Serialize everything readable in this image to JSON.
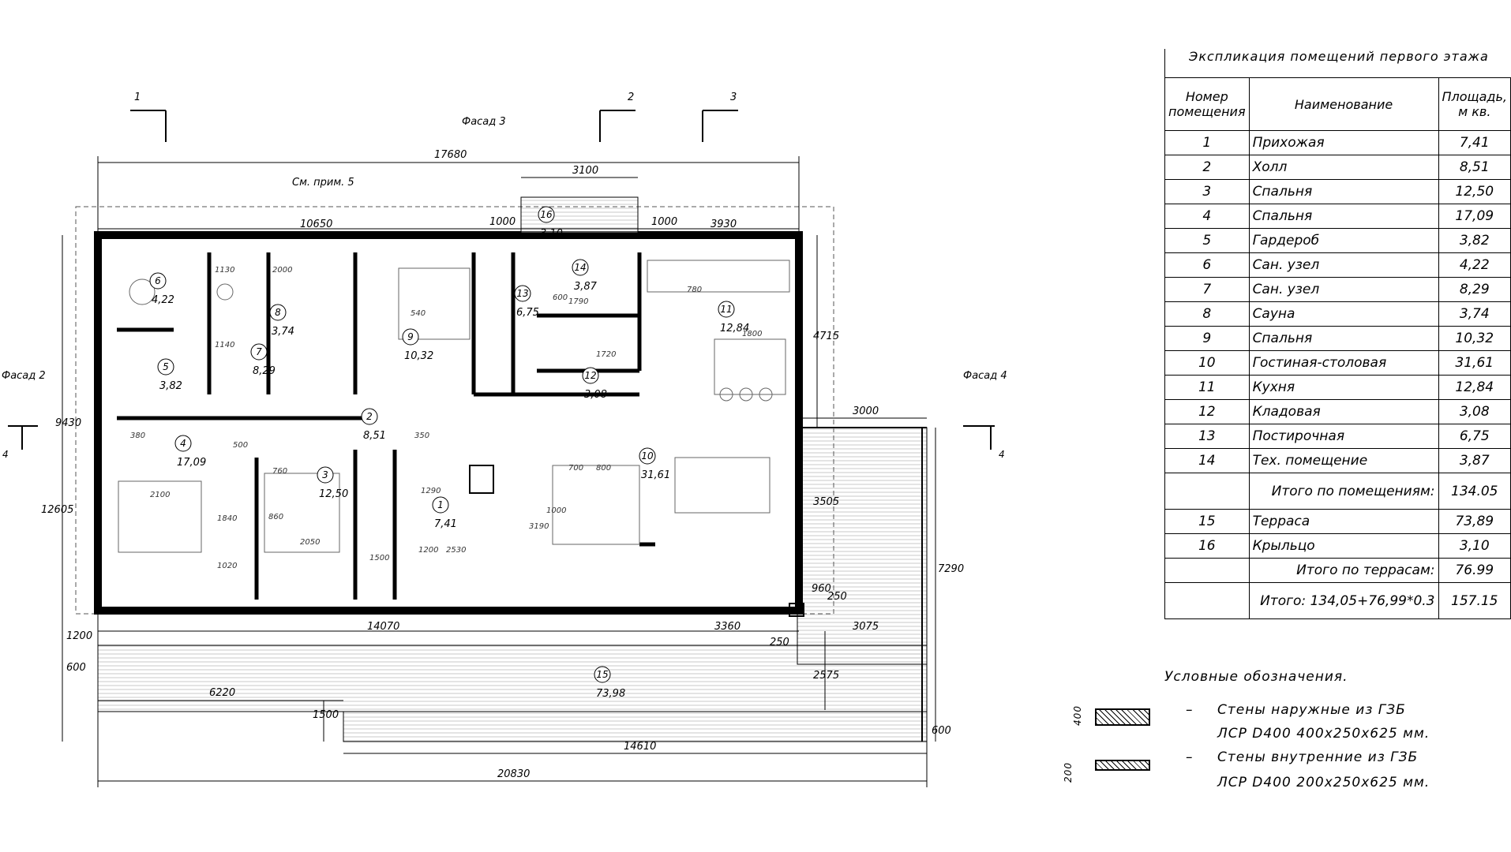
{
  "plan": {
    "section_marks": [
      "1",
      "2",
      "3"
    ],
    "facade_labels": {
      "top": "Фасад 3",
      "left": "Фасад 2",
      "right": "Фасад 4"
    },
    "side_marks": {
      "left": "4",
      "right": "4"
    },
    "note": "См. прим. 5",
    "dimensions": {
      "overall_top": "17680",
      "porch_width": "3100",
      "porch_depth_l": "1000",
      "porch_depth_r": "1000",
      "left_part": "10650",
      "right_part": "3930",
      "height_left": "9430",
      "height_total": "12605",
      "right_upper": "4715",
      "right_lower": "3505",
      "terrace_right": "3000",
      "terrace_height": "7290",
      "bottom_main": "14070",
      "bottom_mid": "3360",
      "bottom_right": "3075",
      "small_250a": "250",
      "small_250b": "250",
      "small_960": "960",
      "terrace_2575": "2575",
      "left_1200": "1200",
      "left_600": "600",
      "bottom_6220": "6220",
      "bottom_1500": "1500",
      "bottom_600": "600",
      "bottom_14610": "14610",
      "bottom_20830": "20830"
    },
    "rooms": [
      {
        "num": "1",
        "area": "7,41"
      },
      {
        "num": "2",
        "area": "8,51"
      },
      {
        "num": "3",
        "area": "12,50"
      },
      {
        "num": "4",
        "area": "17,09"
      },
      {
        "num": "5",
        "area": "3,82"
      },
      {
        "num": "6",
        "area": "4,22"
      },
      {
        "num": "7",
        "area": "8,29"
      },
      {
        "num": "8",
        "area": "3,74"
      },
      {
        "num": "9",
        "area": "10,32"
      },
      {
        "num": "10",
        "area": "31,61"
      },
      {
        "num": "11",
        "area": "12,84"
      },
      {
        "num": "12",
        "area": "3,08"
      },
      {
        "num": "13",
        "area": "6,75"
      },
      {
        "num": "14",
        "area": "3,87"
      },
      {
        "num": "15",
        "area": "73,98"
      },
      {
        "num": "16",
        "area": "3,10"
      }
    ],
    "furniture_dims": [
      "2000",
      "1800",
      "1720",
      "1790",
      "2100",
      "2050",
      "860",
      "760",
      "700",
      "800",
      "600",
      "780",
      "1130",
      "1140",
      "1500",
      "1200",
      "2530",
      "3190",
      "1000",
      "1840",
      "1020",
      "1290",
      "350",
      "540",
      "380",
      "500"
    ]
  },
  "explication": {
    "title": "Экспликация помещений первого этажа",
    "headers": [
      "Номер помещения",
      "Наименование",
      "Площадь, м кв."
    ],
    "rows": [
      {
        "num": "1",
        "name": "Прихожая",
        "area": "7,41"
      },
      {
        "num": "2",
        "name": "Холл",
        "area": "8,51"
      },
      {
        "num": "3",
        "name": "Спальня",
        "area": "12,50"
      },
      {
        "num": "4",
        "name": "Спальня",
        "area": "17,09"
      },
      {
        "num": "5",
        "name": "Гардероб",
        "area": "3,82"
      },
      {
        "num": "6",
        "name": "Сан. узел",
        "area": "4,22"
      },
      {
        "num": "7",
        "name": "Сан. узел",
        "area": "8,29"
      },
      {
        "num": "8",
        "name": "Сауна",
        "area": "3,74"
      },
      {
        "num": "9",
        "name": "Спальня",
        "area": "10,32"
      },
      {
        "num": "10",
        "name": "Гостиная-столовая",
        "area": "31,61"
      },
      {
        "num": "11",
        "name": "Кухня",
        "area": "12,84"
      },
      {
        "num": "12",
        "name": "Кладовая",
        "area": "3,08"
      },
      {
        "num": "13",
        "name": "Постирочная",
        "area": "6,75"
      },
      {
        "num": "14",
        "name": "Тех. помещение",
        "area": "3,87"
      }
    ],
    "subtotal_rooms_label": "Итого по помещениям:",
    "subtotal_rooms_value": "134.05",
    "terrace_rows": [
      {
        "num": "15",
        "name": "Терраса",
        "area": "73,89"
      },
      {
        "num": "16",
        "name": "Крыльцо",
        "area": "3,10"
      }
    ],
    "subtotal_terrace_label": "Итого по террасам:",
    "subtotal_terrace_value": "76.99",
    "total_label": "Итого: 134,05+76,99*0.3",
    "total_value": "157.15"
  },
  "legend": {
    "title": "Условные обозначения.",
    "items": [
      {
        "dim": "400",
        "dash": "–",
        "line1": "Стены наружные из ГЗБ",
        "line2": "ЛСР D400 400х250х625 мм."
      },
      {
        "dim": "200",
        "dash": "–",
        "line1": "Стены внутренние из ГЗБ",
        "line2": "ЛСР D400 200х250х625 мм."
      }
    ]
  }
}
